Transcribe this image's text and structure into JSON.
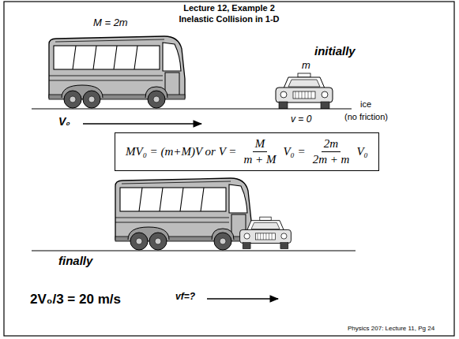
{
  "diagram": {
    "title": "Lecture 12, Example 2",
    "nodes": [
      {
        "text": [
          "MV₀ = (m+M)V   or   V =",
          "M",
          "m + M",
          "V₀ =",
          "2m",
          "2m + m",
          "V₀"
        ]
      }
    ],
    "labels": [
      "Inelastic Collision in 1-D",
      "M = 2m",
      "initially",
      "m",
      "V₀",
      "v = 0",
      "ice",
      "(no friction)",
      "finally",
      "2V₀/3 = 20 m/s",
      "vf=?",
      "Physics 207: Lecture 11, Pg 24"
    ]
  }
}
